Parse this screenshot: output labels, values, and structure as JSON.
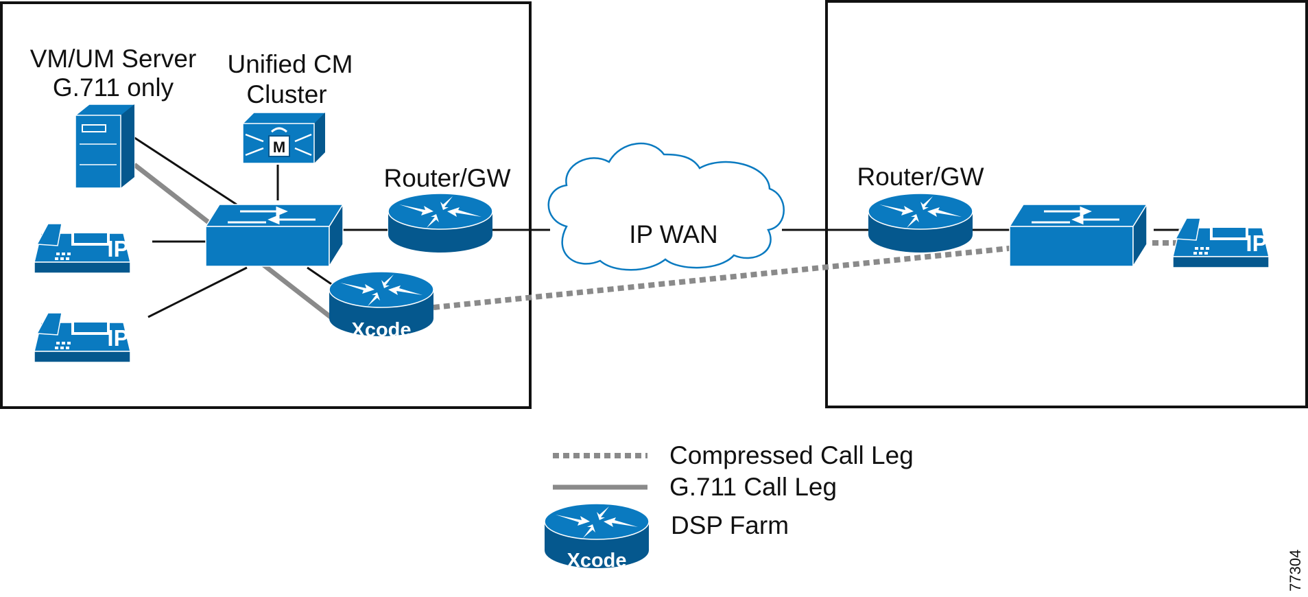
{
  "labels": {
    "vm_server_line1": "VM/UM Server",
    "vm_server_line2": "G.711 only",
    "cm_line1": "Unified CM",
    "cm_line2": "Cluster",
    "router_left": "Router/GW",
    "router_right": "Router/GW",
    "wan": "IP WAN",
    "xcode": "Xcode",
    "phone_ip": "IP",
    "cm_badge": "M",
    "figure_number": "77304"
  },
  "legend": {
    "compressed": "Compressed Call Leg",
    "g711": "G.711 Call Leg",
    "dsp": "DSP Farm",
    "dsp_icon_text": "Xcode"
  },
  "colors": {
    "device_blue": "#0a7ac0",
    "device_dark": "#05588e",
    "call_leg_gray": "#8a8a8a",
    "border": "#111111"
  },
  "icons": [
    "server-icon",
    "call-manager-icon",
    "switch-icon",
    "router-icon",
    "ip-phone-icon",
    "cloud-icon",
    "transcoder-icon"
  ]
}
